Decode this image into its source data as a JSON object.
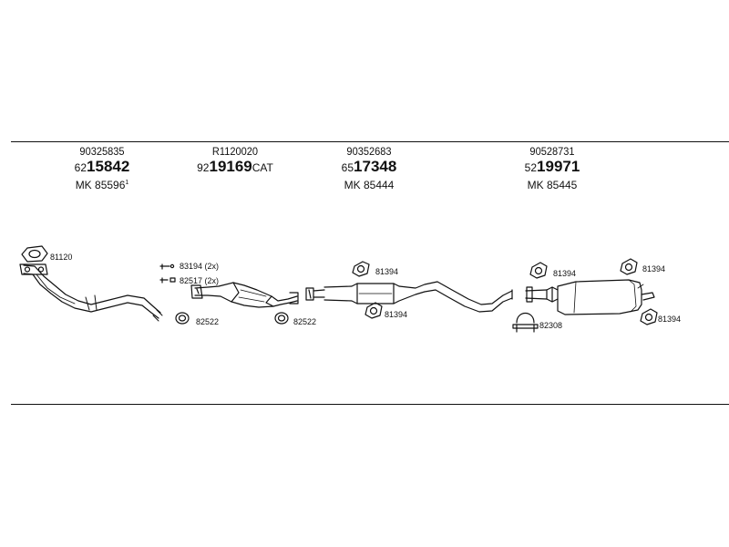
{
  "columns": [
    {
      "ref": "90325835",
      "pn_prefix": "62",
      "pn_main": "15842",
      "pn_suffix": "",
      "mk": "MK 85596",
      "mk_sup": "1"
    },
    {
      "ref": "R1120020",
      "pn_prefix": "92",
      "pn_main": "19169",
      "pn_suffix": "CAT",
      "mk": "",
      "mk_sup": ""
    },
    {
      "ref": "90352683",
      "pn_prefix": "65",
      "pn_main": "17348",
      "pn_suffix": "",
      "mk": "MK 85444",
      "mk_sup": ""
    },
    {
      "ref": "90528731",
      "pn_prefix": "52",
      "pn_main": "19971",
      "pn_suffix": "",
      "mk": "MK 85445",
      "mk_sup": ""
    }
  ],
  "labels": {
    "gasket_81120": "81120",
    "bolt_83194": "83194 (2x)",
    "nut_82517": "82517 (2x)",
    "gasket_82522_a": "82522",
    "gasket_82522_b": "82522",
    "rubber_81394_a": "81394",
    "rubber_81394_b": "81394",
    "rubber_81394_c": "81394",
    "rubber_81394_d": "81394",
    "rubber_81394_e": "81394",
    "clamp_82308": "82308"
  },
  "colors": {
    "line": "#111111",
    "background": "#ffffff"
  }
}
